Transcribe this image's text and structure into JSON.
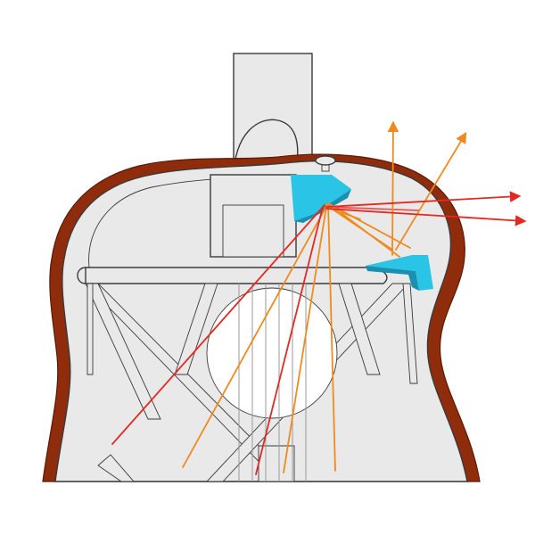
{
  "diagram": {
    "colors": {
      "background": "#ffffff",
      "body_fill": "#e9e9ea",
      "body_outline": "#3a3a3a",
      "binding": "#8f2c0c",
      "binding_edge": "#5a1a05",
      "soundhole": "#ffffff",
      "strings": "#9a9a9a",
      "cyan_block": "#29c4e6",
      "cyan_shadow": "#1a8fb0",
      "ray_orange": "#f08a1e",
      "ray_red": "#e12a22",
      "ray_red_light": "#f0504a",
      "bracing": "#ffffff"
    },
    "components": [
      "guitar-body-cutaway",
      "neck",
      "heel",
      "soundhole",
      "bracing",
      "cyan-reflector-upper",
      "cyan-reflector-lower",
      "strap-button"
    ],
    "rays": [
      {
        "name": "ray-orange-1",
        "color_key": "ray_orange",
        "arrow": false
      },
      {
        "name": "ray-orange-2",
        "color_key": "ray_orange",
        "arrow": false
      },
      {
        "name": "ray-orange-3",
        "color_key": "ray_orange",
        "arrow": false
      },
      {
        "name": "ray-orange-up-1",
        "color_key": "ray_orange",
        "arrow": true
      },
      {
        "name": "ray-orange-up-2",
        "color_key": "ray_orange",
        "arrow": true
      },
      {
        "name": "ray-red-1",
        "color_key": "ray_red",
        "arrow": false
      },
      {
        "name": "ray-red-2",
        "color_key": "ray_red",
        "arrow": false
      },
      {
        "name": "ray-red-out-1",
        "color_key": "ray_red",
        "arrow": true
      },
      {
        "name": "ray-red-out-2",
        "color_key": "ray_red",
        "arrow": true
      }
    ]
  }
}
